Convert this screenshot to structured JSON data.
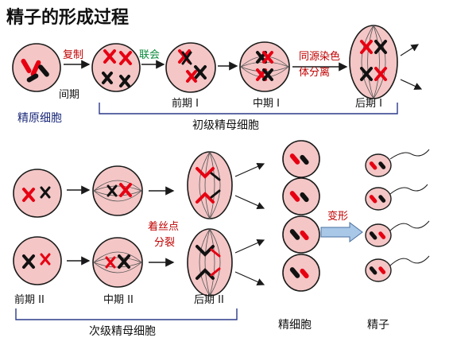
{
  "title": "精子的形成过程",
  "top_row": {
    "cell_label": "精原细胞",
    "interphase": "间期",
    "replicate": "复制",
    "synapsis": "联会",
    "separation_line1": "同源染色",
    "separation_line2": "体分离",
    "stages": [
      "前期 I",
      "中期 I",
      "后期 I"
    ],
    "group_label": "初级精母细胞"
  },
  "bottom_row": {
    "stages": [
      "前期 II",
      "中期 II",
      "后期 II"
    ],
    "centromere_line1": "着丝点",
    "centromere_line2": "分裂",
    "group_label": "次级精母细胞",
    "spermatid_label": "精细胞",
    "transform_label": "变形",
    "sperm_label": "精子"
  },
  "colors": {
    "cell_fill": "#f4c6c6",
    "cell_stroke": "#1a1a1a",
    "red_chromosome": "#e60012",
    "black_chromosome": "#111111",
    "label_red": "#c00000",
    "label_green": "#0a8a3a",
    "label_blue": "#1b2a7a",
    "bracket": "#2b3a8a",
    "arrow_fill": "#a9c8e8"
  }
}
